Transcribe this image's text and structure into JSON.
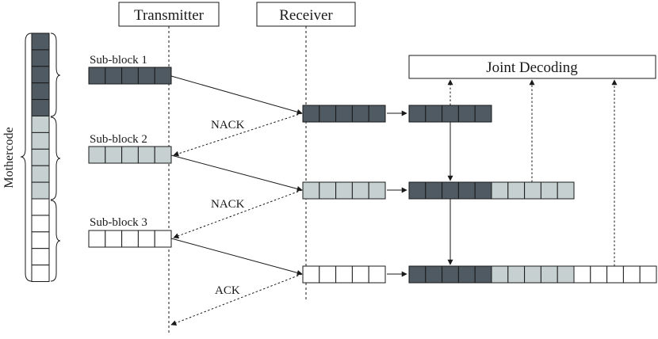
{
  "headers": {
    "transmitter": "Transmitter",
    "receiver": "Receiver",
    "joint_decoding": "Joint Decoding"
  },
  "side_label": "Mothercode",
  "sub_blocks": [
    "Sub-block 1",
    "Sub-block 2",
    "Sub-block 3"
  ],
  "feedback": [
    "NACK",
    "NACK",
    "ACK"
  ],
  "colors": {
    "dark": "#4f5a62",
    "light": "#c6d0d0",
    "white": "#ffffff",
    "stroke": "#1a1a1a"
  }
}
